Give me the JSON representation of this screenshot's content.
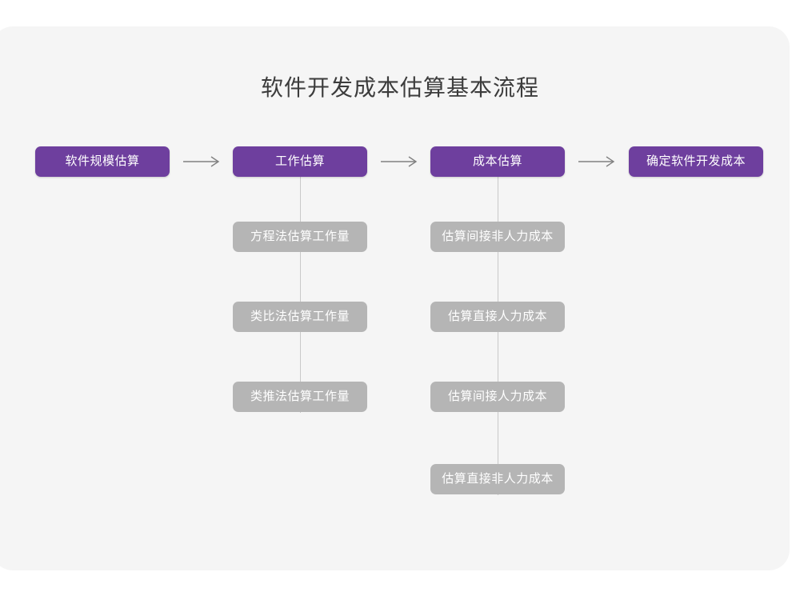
{
  "diagram": {
    "title": "软件开发成本估算基本流程",
    "colors": {
      "background": "#ffffff",
      "card": "#f5f5f5",
      "primary": "#6e3f9e",
      "secondary": "#b5b5b5",
      "title_text": "#3c3c3c",
      "node_text": "#ffffff",
      "connector": "#c9c9c9"
    },
    "main_flow": [
      {
        "label": "软件规模估算"
      },
      {
        "label": "工作估算"
      },
      {
        "label": "成本估算"
      },
      {
        "label": "确定软件开发成本"
      }
    ],
    "arrows": [
      {
        "name": "arrow-1",
        "glyph": "→"
      },
      {
        "name": "arrow-2",
        "glyph": "→"
      },
      {
        "name": "arrow-3",
        "glyph": "→"
      }
    ],
    "branches": {
      "work_estimation": [
        {
          "label": "方程法估算工作量"
        },
        {
          "label": "类比法估算工作量"
        },
        {
          "label": "类推法估算工作量"
        }
      ],
      "cost_estimation": [
        {
          "label": "估算间接非人力成本"
        },
        {
          "label": "估算直接人力成本"
        },
        {
          "label": "估算间接人力成本"
        },
        {
          "label": "估算直接非人力成本"
        }
      ]
    }
  }
}
